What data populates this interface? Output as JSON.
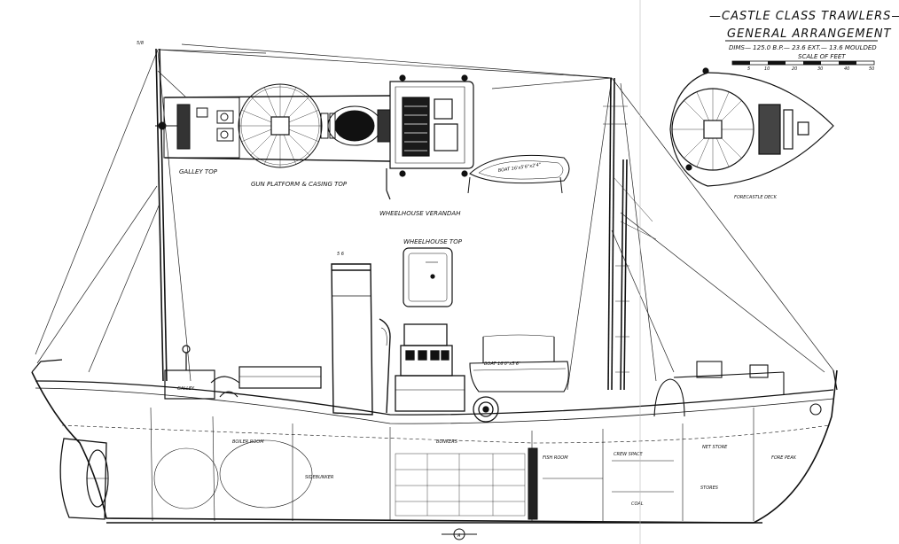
{
  "title_block": {
    "title": "—CASTLE CLASS TRAWLERS—",
    "subtitle": "GENERAL ARRANGEMENT",
    "dims": "DIMS— 125.0 B.P.— 23.6 EXT.— 13.6 MOULDED",
    "scale_label": "SCALE OF FEET",
    "scale_ticks": [
      "5",
      "10",
      "20",
      "30",
      "40",
      "50"
    ]
  },
  "views": {
    "galley_top": "GALLEY TOP",
    "gun_platform": "GUN PLATFORM & CASING TOP",
    "wheelhouse_verandah": "WHEELHOUSE VERANDAH",
    "wheelhouse_top": "WHEELHOUSE TOP",
    "forecastle_deck": "FORECASTLE DECK"
  },
  "labels": {
    "boat": "BOAT 16'x5'6\"x2'4\"",
    "boat_elev": "BOAT 16'0\"x5'6\"",
    "galley": "GALLEY",
    "boiler_room": "BOILER ROOM",
    "bunkers": "BUNKERS",
    "fish_room": "FISH ROOM",
    "crew_space": "CREW SPACE",
    "stores": "STORES",
    "coal": "COAL",
    "net_store": "NET STORE",
    "fore_peak": "FORE PEAK",
    "sidebunker": "SIDEBUNKER",
    "sheet_ref": "A"
  }
}
